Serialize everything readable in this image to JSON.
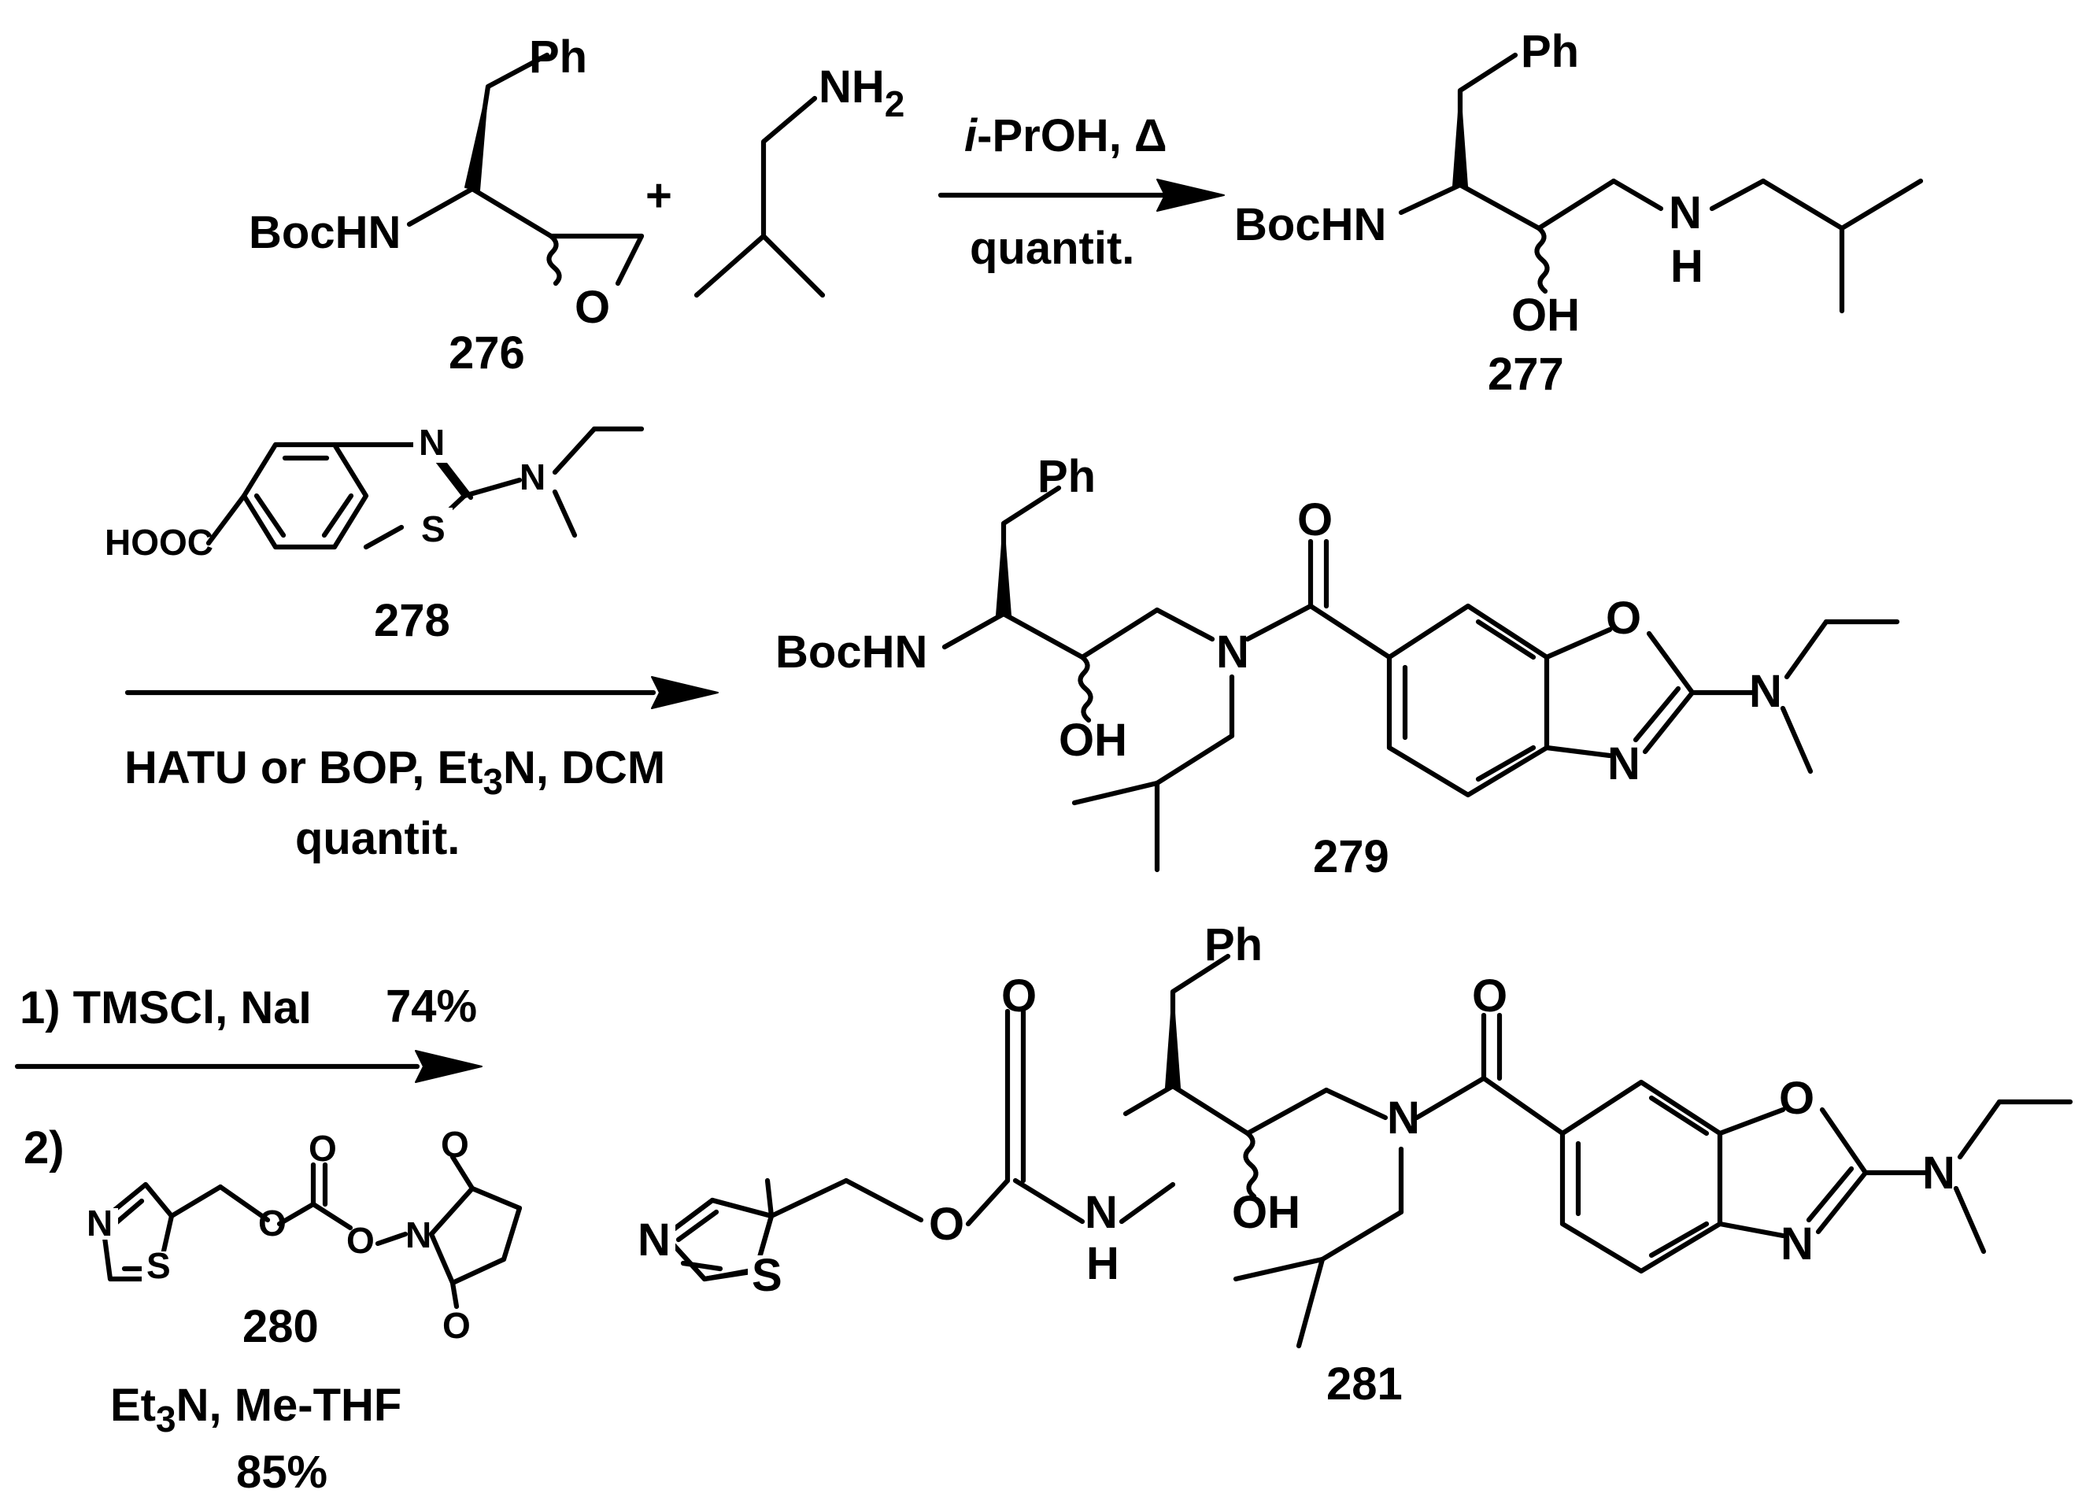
{
  "atoms": {
    "ph": "Ph",
    "bochn": "BocHN",
    "o": "O",
    "nh2_main": "NH",
    "nh2_sub": "2",
    "n": "N",
    "h": "H",
    "oh": "OH",
    "hooc": "HOOC",
    "s": "S",
    "plus": "+"
  },
  "compounds": {
    "c276": "276",
    "c277": "277",
    "c278": "278",
    "c279": "279",
    "c280": "280",
    "c281": "281"
  },
  "step1": {
    "above_prefix": "i",
    "above_rest": "-PrOH, Δ",
    "below": "quantit."
  },
  "step2": {
    "line1_a": "HATU or BOP, Et",
    "line1_sub": "3",
    "line1_b": "N, DCM",
    "line2": "quantit."
  },
  "step3": {
    "item1": "1) TMSCl, NaI",
    "item1_yield": "74%",
    "item2": "2)",
    "reagents_a": "Et",
    "reagents_sub": "3",
    "reagents_b": "N, Me-THF",
    "item2_yield": "85%"
  }
}
